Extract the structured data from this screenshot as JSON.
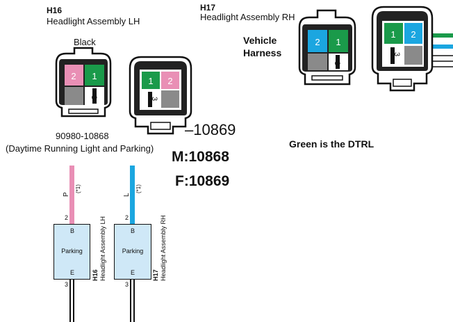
{
  "colors": {
    "pink": "#e98fb5",
    "green": "#1a9a4a",
    "blue": "#1ba6e0",
    "gray": "#8a8a8a",
    "box_fill": "#cfe8f7"
  },
  "h16": {
    "code": "H16",
    "name": "Headlight Assembly LH",
    "color_label": "Black",
    "part_number": "90980-10868",
    "description": "(Daytime Running Light and Parking)",
    "plug": {
      "pin_a": "2",
      "pin_b": "1",
      "pin_c": "3"
    },
    "socket": {
      "pin_a": "1",
      "pin_b": "2",
      "pin_c": "3"
    }
  },
  "h17": {
    "code": "H17",
    "name": "Headlight Assembly RH",
    "harness_label_1": "Vehicle",
    "harness_label_2": "Harness",
    "note": "Green is the DTRL",
    "plug": {
      "pin_a": "2",
      "pin_b": "1",
      "pin_c": "3"
    },
    "socket": {
      "pin_a": "1",
      "pin_b": "2",
      "pin_c": "3"
    }
  },
  "part_numbers": {
    "alt": "–10869",
    "male": "M:10868",
    "female": "F:10869"
  },
  "schematic": {
    "lh": {
      "wire_color": "P",
      "wire_note": "(*1)",
      "pin_top": "2",
      "pin_bottom": "3",
      "terminal_top": "B",
      "terminal_bottom": "E",
      "box_label": "Parking",
      "side_code": "H16",
      "side_name": "Headlight Assembly LH"
    },
    "rh": {
      "wire_color": "L",
      "wire_note": "(*1)",
      "pin_top": "2",
      "pin_bottom": "3",
      "terminal_top": "B",
      "terminal_bottom": "E",
      "box_label": "Parking",
      "side_code": "H17",
      "side_name": "Headlight Assembly RH"
    }
  }
}
